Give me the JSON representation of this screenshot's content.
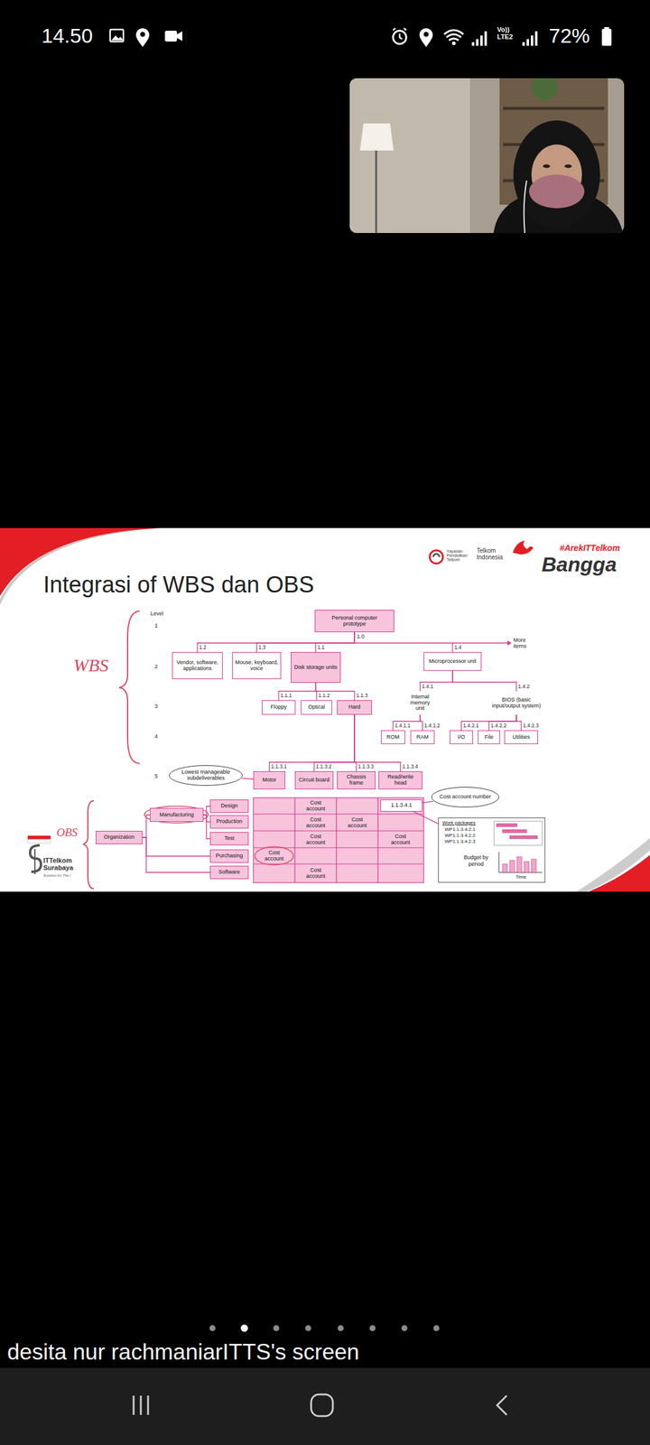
{
  "diagram": {
    "title": "Integrasi of WBS dan OBS",
    "nodes": [
      {
        "text": [
          "Personal computer prototype"
        ]
      },
      {
        "text": [
          "Vendor, software, applications"
        ]
      },
      {
        "text": [
          "Mouse, keyboard, voice"
        ]
      },
      {
        "text": [
          "Disk storage units"
        ]
      },
      {
        "text": [
          "Microprocessor unit"
        ]
      },
      {
        "text": [
          "Floppy"
        ]
      },
      {
        "text": [
          "Optical"
        ]
      },
      {
        "text": [
          "Hard"
        ]
      },
      {
        "text": [
          "Internal memory unit"
        ]
      },
      {
        "text": [
          "BIOS (basic input/output system)"
        ]
      },
      {
        "text": [
          "ROM"
        ]
      },
      {
        "text": [
          "RAM"
        ]
      },
      {
        "text": [
          "I/O"
        ]
      },
      {
        "text": [
          "File"
        ]
      },
      {
        "text": [
          "Utilities"
        ]
      },
      {
        "text": [
          "Lowest manageable subdeliverables"
        ]
      },
      {
        "text": [
          "Motor"
        ]
      },
      {
        "text": [
          "Circuit board"
        ]
      },
      {
        "text": [
          "Chassis frame"
        ]
      },
      {
        "text": [
          "Read/write head"
        ]
      },
      {
        "text": [
          "Cost account number"
        ]
      },
      {
        "text": [
          "Manufacturing"
        ]
      },
      {
        "text": [
          "Design"
        ]
      },
      {
        "text": [
          "Cost account"
        ]
      },
      {
        "text": [
          "1.1.3.4.1"
        ]
      },
      {
        "text": [
          "Organization"
        ]
      },
      {
        "text": [
          "Production"
        ]
      },
      {
        "text": [
          "Cost account"
        ]
      },
      {
        "text": [
          "Cost account"
        ]
      },
      {
        "text": [
          "Work packages",
          "WP1.1.3.4.2.1",
          "WP1.1.3.4.2.2",
          "WP1.1.3.4.2.3",
          "Budget by period",
          "Time"
        ]
      },
      {
        "text": [
          "Test"
        ]
      },
      {
        "text": [
          "Cost account"
        ]
      },
      {
        "text": [
          "Cost account"
        ]
      },
      {
        "text": [
          "Purchasing"
        ]
      },
      {
        "text": [
          "Cost account"
        ]
      },
      {
        "text": [
          "Software"
        ]
      },
      {
        "text": [
          "Cost account"
        ]
      }
    ],
    "edges": [
      {
        "from": 0,
        "to": 1,
        "label": "1.2",
        "arrow": "none"
      },
      {
        "from": 0,
        "to": 2,
        "label": "1.3",
        "arrow": "none"
      },
      {
        "from": 0,
        "to": 3,
        "label": "1.1",
        "arrow": "none"
      },
      {
        "from": 0,
        "to": 4,
        "label": "1.4",
        "arrow": "none"
      },
      {
        "from": 3,
        "to": 5,
        "label": "1.1.1",
        "arrow": "none"
      },
      {
        "from": 3,
        "to": 6,
        "label": "1.1.2",
        "arrow": "none"
      },
      {
        "from": 3,
        "to": 7,
        "label": "1.1.3",
        "arrow": "none"
      },
      {
        "from": 4,
        "to": 8,
        "label": "1.4.1",
        "arrow": "none"
      },
      {
        "from": 4,
        "to": 9,
        "label": "1.4.2",
        "arrow": "none"
      },
      {
        "from": 8,
        "to": 10,
        "label": "1.4.1.1",
        "arrow": "none"
      },
      {
        "from": 8,
        "to": 11,
        "label": "1.4.1.2",
        "arrow": "none"
      },
      {
        "from": 9,
        "to": 12,
        "label": "1.4.2.1",
        "arrow": "none"
      },
      {
        "from": 9,
        "to": 13,
        "label": "1.4.2.2",
        "arrow": "none"
      },
      {
        "from": 9,
        "to": 14,
        "label": "1.4.2.3",
        "arrow": "none"
      },
      {
        "from": 7,
        "to": 16,
        "label": "1.1.3.1",
        "arrow": "none"
      },
      {
        "from": 7,
        "to": 17,
        "label": "1.1.3.2",
        "arrow": "none"
      },
      {
        "from": 7,
        "to": 18,
        "label": "1.1.3.3",
        "arrow": "none"
      },
      {
        "from": 7,
        "to": 19,
        "label": "1.1.3.4",
        "arrow": "none"
      },
      {
        "from": 15,
        "to": 16,
        "arrow": "none"
      },
      {
        "from": 20,
        "to": 24,
        "arrow": "none"
      },
      {
        "from": 24,
        "to": 29,
        "arrow": "none"
      },
      {
        "from": 25,
        "to": 21,
        "arrow": "none"
      },
      {
        "from": 25,
        "to": 33,
        "arrow": "none"
      },
      {
        "from": 25,
        "to": 35,
        "arrow": "none"
      },
      {
        "from": 21,
        "to": 22,
        "arrow": "none"
      },
      {
        "from": 21,
        "to": 26,
        "arrow": "none"
      },
      {
        "from": 21,
        "to": 30,
        "arrow": "none"
      }
    ],
    "labels": [
      "14.50",
      "Vo)) LTE2",
      "72%",
      "Yayasan Pendidikan Telkom",
      "Telkom Indonesia",
      "#ArekITTelkom",
      "Bangga",
      "Level",
      "1",
      "2",
      "3",
      "4",
      "5",
      "1.0",
      "More items",
      "WBS",
      "OBS",
      "ITTelkom Surabaya",
      "Solution for The I",
      "desita nur rachmaniarITTS's screen"
    ]
  }
}
